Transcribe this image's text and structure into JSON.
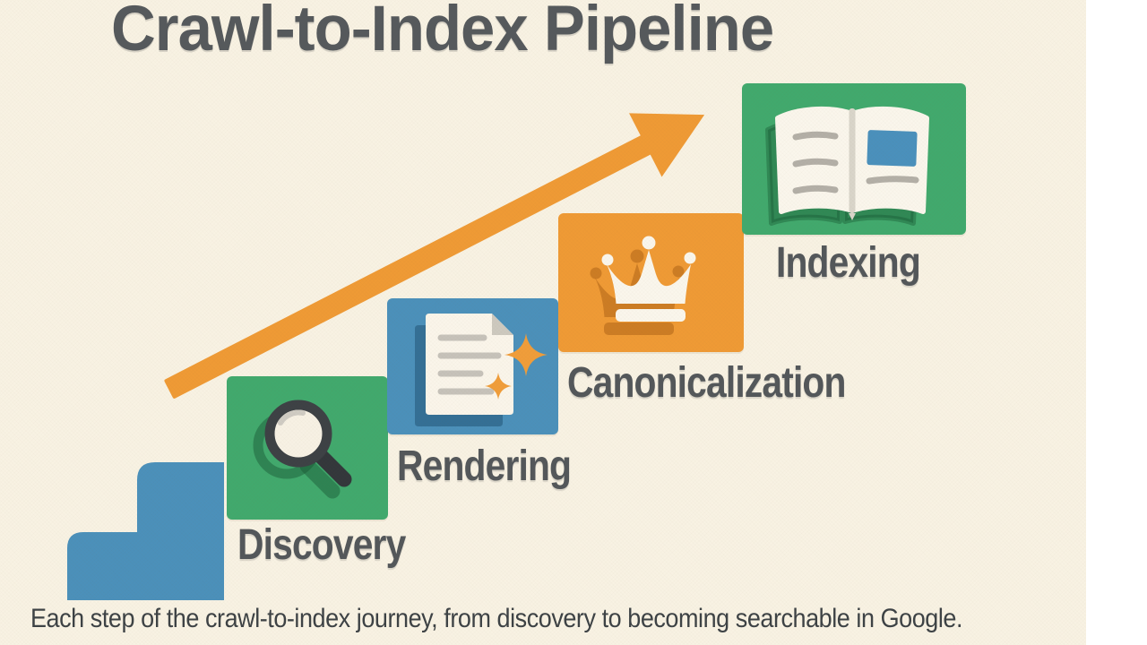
{
  "title": "Crawl-to-Index Pipeline",
  "caption": "Each step of the crawl-to-index journey, from discovery to becoming searchable in Google.",
  "steps": [
    {
      "id": "discovery",
      "label": "Discovery",
      "icon": "magnifier-icon",
      "block_color": "#41a96d"
    },
    {
      "id": "rendering",
      "label": "Rendering",
      "icon": "document-sparkles-icon",
      "block_color": "#4b90ba"
    },
    {
      "id": "canonicalization",
      "label": "Canonicalization",
      "icon": "crown-icon",
      "block_color": "#ef9a35"
    },
    {
      "id": "indexing",
      "label": "Indexing",
      "icon": "open-book-icon",
      "block_color": "#41a96d"
    }
  ],
  "colors": {
    "background": "#f8f2e3",
    "right_margin": "#ffffff",
    "arrow": "#ef9a35",
    "stairs": "#4b90ba",
    "green_block": "#41a96d",
    "blue_block": "#4b90ba",
    "orange_block": "#ef9a35",
    "title_text": "#55595c",
    "label_text": "#53575a",
    "caption_text": "#3d4245",
    "icon_white": "#faf6ec",
    "icon_dark": "#3d4145",
    "book_image_blue": "#4a90bc"
  }
}
